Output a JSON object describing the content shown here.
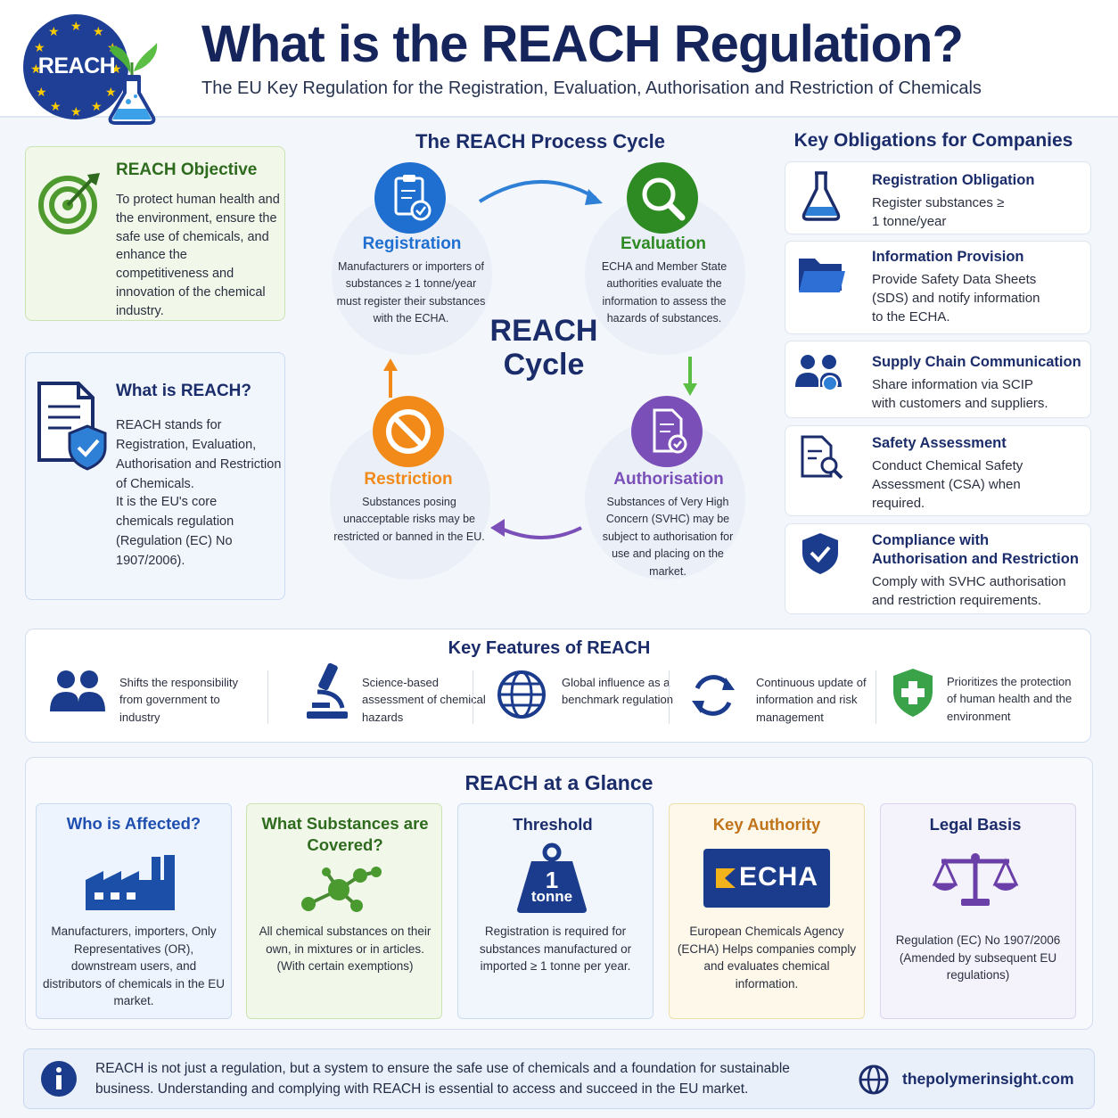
{
  "header": {
    "logo_text": "REACH",
    "title": "What is the REACH Regulation?",
    "subtitle": "The EU Key Regulation for the Registration, Evaluation, Authorisation and Restriction of Chemicals"
  },
  "objective": {
    "title": "REACH Objective",
    "text": "To protect human health and the environment, ensure the safe use of chemicals, and enhance the competitiveness and innovation of the chemical industry.",
    "icon": "target-icon"
  },
  "what_is": {
    "title": "What is REACH?",
    "text1": "REACH stands for Registration, Evaluation, Authorisation and Restriction of Chemicals.",
    "text2": "It is the EU's core chemicals regulation (Regulation (EC) No 1907/2006).",
    "icon": "document-shield-icon"
  },
  "cycle": {
    "title": "The REACH Process Cycle",
    "center_line1": "REACH",
    "center_line2": "Cycle",
    "registration": {
      "title": "Registration",
      "text": "Manufacturers or importers of substances ≥ 1 tonne/year must register their substances with the ECHA.",
      "color": "#1f6fd1"
    },
    "evaluation": {
      "title": "Evaluation",
      "text": "ECHA and Member State authorities evaluate the information to assess the hazards of substances.",
      "color": "#2e8b24"
    },
    "authorisation": {
      "title": "Authorisation",
      "text": "Substances of Very High Concern (SVHC) may be subject to authorisation for use and placing on the market.",
      "color": "#7b4fb8"
    },
    "restriction": {
      "title": "Restriction",
      "text": "Substances posing unacceptable risks may be restricted or banned in the EU.",
      "color": "#f28a1a"
    }
  },
  "obligations": {
    "title": "Key Obligations for Companies",
    "items": [
      {
        "name": "Registration Obligation",
        "desc": "Register substances ≥ 1 tonne/year"
      },
      {
        "name": "Information Provision",
        "desc": "Provide Safety Data Sheets (SDS) and notify information to the ECHA."
      },
      {
        "name": "Supply Chain Communication",
        "desc": "Share information via SCIP with customers and suppliers."
      },
      {
        "name": "Safety Assessment",
        "desc": "Conduct Chemical Safety Assessment (CSA) when required."
      },
      {
        "name": "Compliance with Authorisation and Restriction",
        "desc": "Comply with SVHC authorisation and restriction requirements."
      }
    ]
  },
  "features": {
    "title": "Key Features of REACH",
    "items": [
      {
        "text": "Shifts the responsibility from government to industry",
        "icon": "people-icon"
      },
      {
        "text": "Science-based assessment of chemical hazards",
        "icon": "microscope-icon"
      },
      {
        "text": "Global influence as a benchmark regulation",
        "icon": "globe-icon"
      },
      {
        "text": "Continuous update of information and risk management",
        "icon": "refresh-icon"
      },
      {
        "text": "Prioritizes the protection of human health and the environment",
        "icon": "health-shield-icon"
      }
    ]
  },
  "glance": {
    "title": "REACH at a Glance",
    "cards": [
      {
        "head": "Who is Affected?",
        "text": "Manufacturers, importers, Only Representatives (OR), downstream users, and distributors of chemicals in the EU market."
      },
      {
        "head": "What Substances are Covered?",
        "text": "All chemical substances on their own, in mixtures or in articles. (With certain exemptions)"
      },
      {
        "head": "Threshold",
        "weight_num": "1",
        "weight_unit": "tonne",
        "text": "Registration is required for substances manufactured or imported ≥ 1 tonne per year."
      },
      {
        "head": "Key Authority",
        "logo": "ECHA",
        "text": "European Chemicals Agency (ECHA) Helps companies comply and evaluates chemical information."
      },
      {
        "head": "Legal Basis",
        "text": "Regulation (EC) No 1907/2006 (Amended by subsequent EU regulations)"
      }
    ]
  },
  "footer": {
    "text": "REACH is not just a regulation, but a system to ensure the safe use of chemicals and a foundation for sustainable business. Understanding and complying with REACH is essential to access and succeed in the EU market.",
    "url": "thepolymerinsight.com"
  }
}
